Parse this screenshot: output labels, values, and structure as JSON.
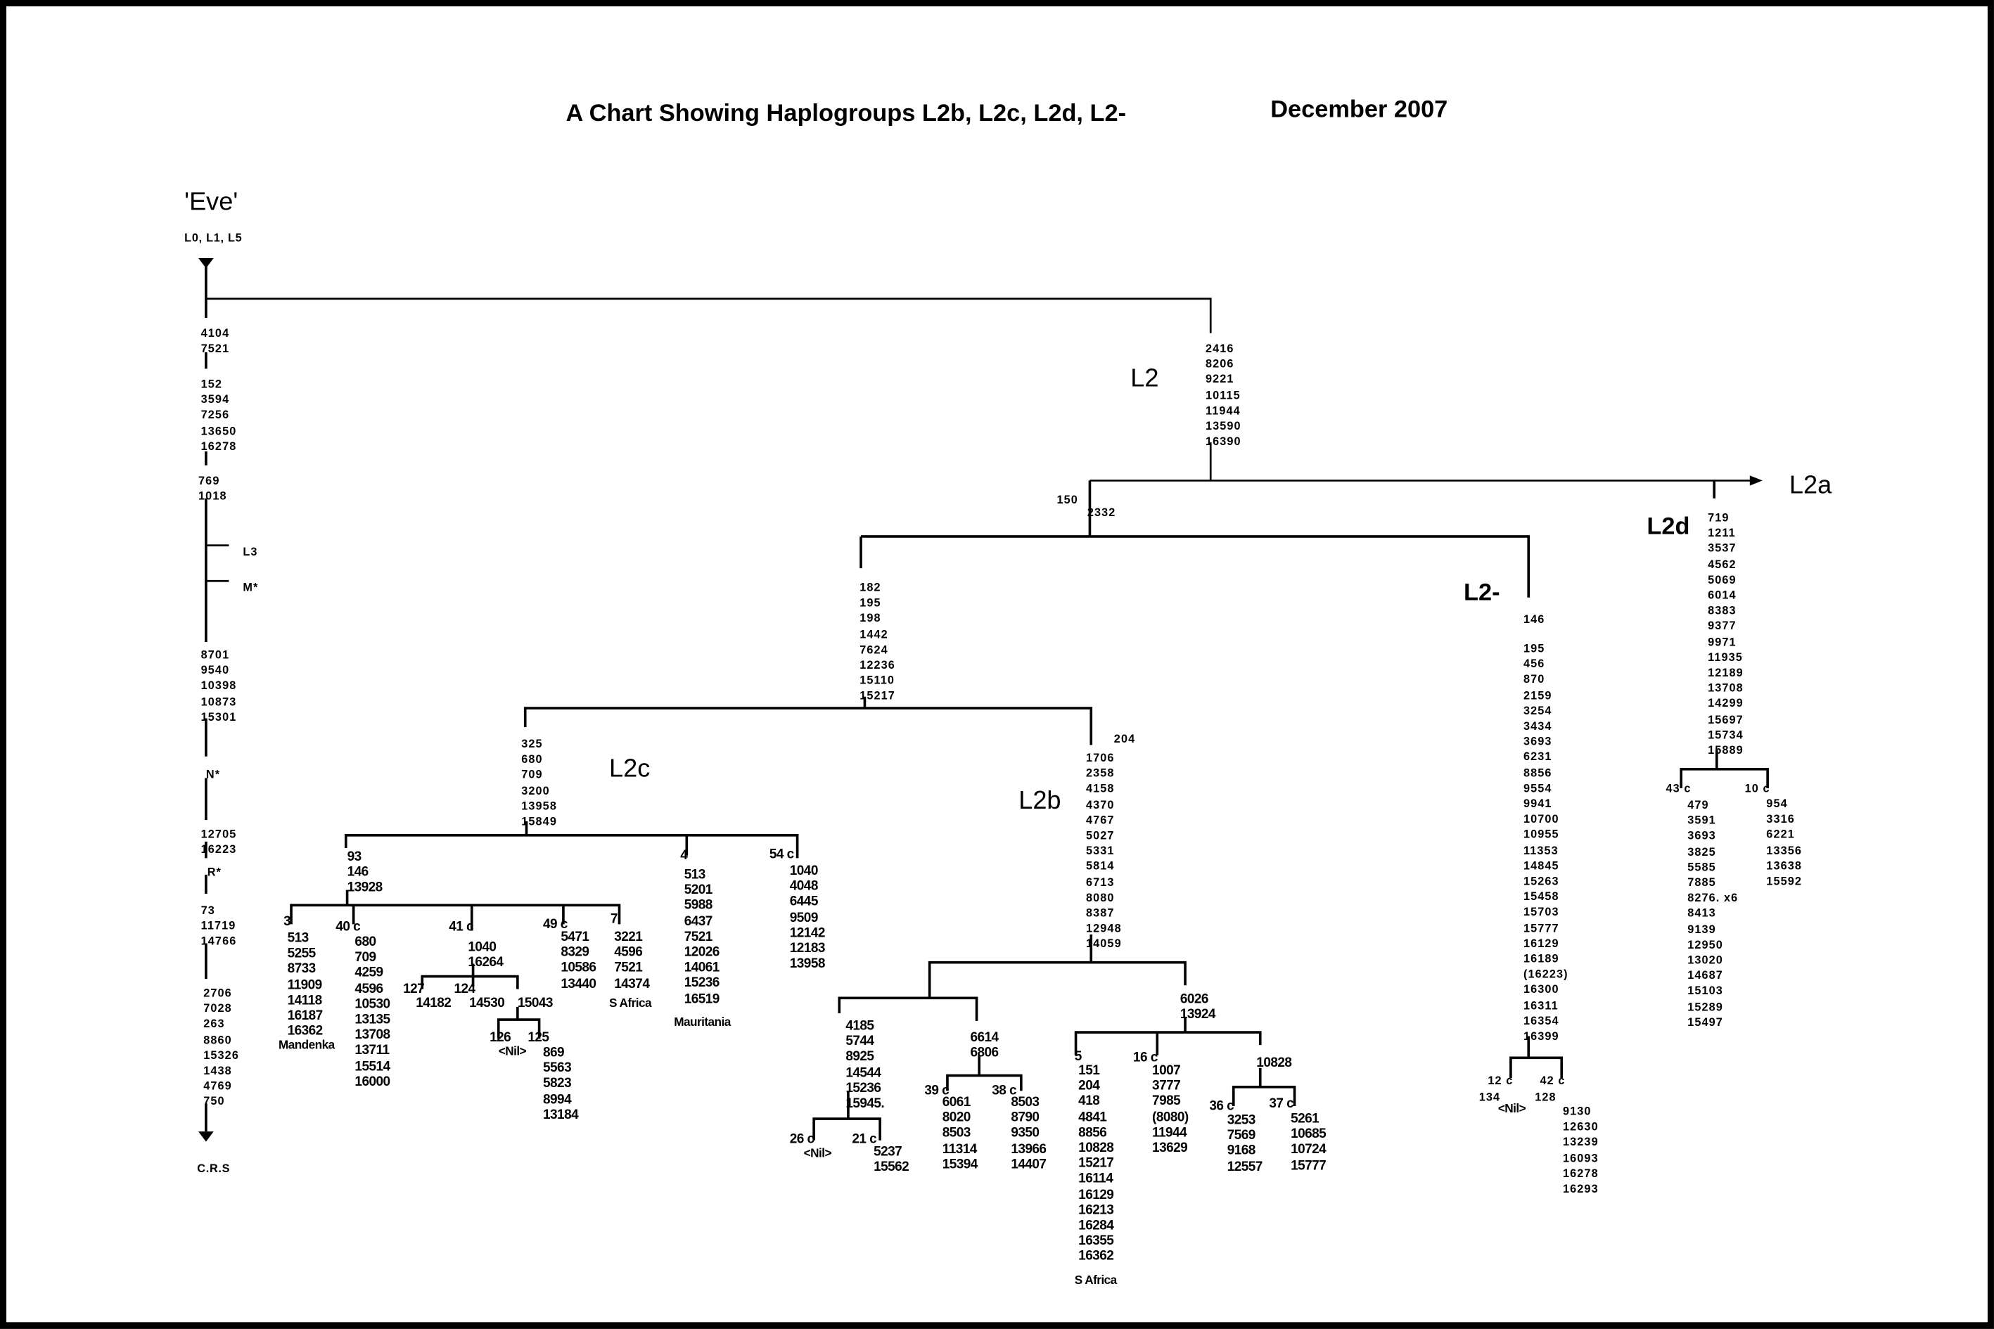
{
  "header": {
    "title": "A Chart Showing Haplogroups  L2b, L2c, L2d, L2-",
    "date": "December  2007"
  },
  "root": {
    "name": "'Eve'",
    "groups": "L0, L1, L5",
    "end": "C.R.S"
  },
  "trunk": {
    "s1": [
      "4104",
      "7521"
    ],
    "s2": [
      "152",
      "3594",
      "7256",
      "13650",
      "16278"
    ],
    "s3": [
      "769",
      "1018"
    ],
    "branch_l3": "L3",
    "branch_m": "M*",
    "s4": [
      "8701",
      "9540",
      "10398",
      "10873",
      "15301"
    ],
    "n": "N*",
    "s5": [
      "12705",
      "16223"
    ],
    "r": "R*",
    "s6": [
      "73",
      "11719",
      "14766"
    ],
    "s7": [
      "2706",
      "7028",
      "263",
      "8860",
      "15326",
      "1438",
      "4769",
      "750"
    ]
  },
  "l2": {
    "label": "L2",
    "muts": [
      "2416",
      "8206",
      "9221",
      "10115",
      "11944",
      "13590",
      "16390"
    ],
    "l2a": "L2a",
    "node150": "150",
    "node2332": "2332"
  },
  "l2dash": {
    "label": "L2-",
    "m146": "146",
    "muts": [
      "195",
      "456",
      "870",
      "2159",
      "3254",
      "3434",
      "3693",
      "6231",
      "8856",
      "9554",
      "9941",
      "10700",
      "10955",
      "11353",
      "14845",
      "15263",
      "15458",
      "15703",
      "15777",
      "16129",
      "16189",
      "(16223)",
      "16300",
      "16311",
      "16354",
      "16399"
    ],
    "c12": "12 c",
    "c12a": "134",
    "c12b": "<Nil>",
    "c42": "42 c",
    "c42a": "128",
    "c42muts": [
      "9130",
      "12630",
      "13239",
      "16093",
      "16278",
      "16293"
    ]
  },
  "l2d": {
    "label": "L2d",
    "muts": [
      "719",
      "1211",
      "3537",
      "4562",
      "5069",
      "6014",
      "8383",
      "9377",
      "9971",
      "11935",
      "12189",
      "13708",
      "14299",
      "15697",
      "15734",
      "15889"
    ],
    "c43": "43 c",
    "c43muts": [
      "479",
      "3591",
      "3693",
      "3825",
      "5585",
      "7885",
      "8276. x6",
      "8413",
      "9139",
      "12950",
      "13020",
      "14687",
      "15103",
      "15289",
      "15497"
    ],
    "c10": "10 c",
    "c10muts": [
      "954",
      "3316",
      "6221",
      "13356",
      "13638",
      "15592"
    ]
  },
  "l2bc": {
    "muts": [
      "182",
      "195",
      "198",
      "1442",
      "7624",
      "12236",
      "15110",
      "15217"
    ]
  },
  "l2c": {
    "label": "L2c",
    "muts": [
      "325",
      "680",
      "709",
      "3200",
      "13958",
      "15849"
    ],
    "n93": [
      "93",
      "146",
      "13928"
    ],
    "c3": "3",
    "c3muts": [
      "513",
      "5255",
      "8733",
      "11909",
      "14118",
      "16187",
      "16362"
    ],
    "c3loc": "Mandenka",
    "c40": "40 c",
    "c40muts": [
      "680",
      "709",
      "4259",
      "4596",
      "10530",
      "13135",
      "13708",
      "13711",
      "15514",
      "16000"
    ],
    "c41": "41 c",
    "c41muts": [
      "1040",
      "16264"
    ],
    "n127": "127",
    "n124": "124",
    "m14182": "14182",
    "m14530": "14530",
    "m15043": "15043",
    "n126": "126",
    "n125": "125",
    "n126nil": "<Nil>",
    "n125muts": [
      "869",
      "5563",
      "5823",
      "8994",
      "13184"
    ],
    "c49": "49 c",
    "c49muts": [
      "5471",
      "8329",
      "10586",
      "13440"
    ],
    "c7": "7",
    "c7muts": [
      "3221",
      "4596",
      "7521",
      "14374"
    ],
    "c7loc": "S Africa",
    "c4": "4",
    "c4muts": [
      "513",
      "5201",
      "5988",
      "6437",
      "7521",
      "12026",
      "14061",
      "15236",
      "16519"
    ],
    "c4loc": "Mauritania",
    "c54": "54 c",
    "c54muts": [
      "1040",
      "4048",
      "6445",
      "9509",
      "12142",
      "12183",
      "13958"
    ]
  },
  "l2b": {
    "label": "L2b",
    "m204": "204",
    "muts": [
      "1706",
      "2358",
      "4158",
      "4370",
      "4767",
      "5027",
      "5331",
      "5814",
      "6713",
      "8080",
      "8387",
      "12948",
      "14059"
    ],
    "a": [
      "4185",
      "5744",
      "8925",
      "14544",
      "15236",
      "15945."
    ],
    "c26": "26 c",
    "c26nil": "<Nil>",
    "c21": "21 c",
    "c21muts": [
      "5237",
      "15562"
    ],
    "b": [
      "6614",
      "6806"
    ],
    "c39": "39 c",
    "c39muts": [
      "6061",
      "8020",
      "8503",
      "11314",
      "15394"
    ],
    "c38": "38 c",
    "c38muts": [
      "8503",
      "8790",
      "9350",
      "13966",
      "14407"
    ],
    "c": [
      "6026",
      "13924"
    ],
    "c5": "5",
    "c5muts": [
      "151",
      "204",
      "418",
      "4841",
      "8856",
      "10828",
      "15217",
      "16114",
      "16129",
      "16213",
      "16284",
      "16355",
      "16362"
    ],
    "c5loc": "S Africa",
    "c16": "16 c",
    "c16muts": [
      "1007",
      "3777",
      "7985",
      "(8080)",
      "11944",
      "13629"
    ],
    "n10828": "10828",
    "c36": "36 c",
    "c36muts": [
      "3253",
      "7569",
      "9168",
      "12557"
    ],
    "c37": "37 c",
    "c37muts": [
      "5261",
      "10685",
      "10724",
      "15777"
    ]
  }
}
